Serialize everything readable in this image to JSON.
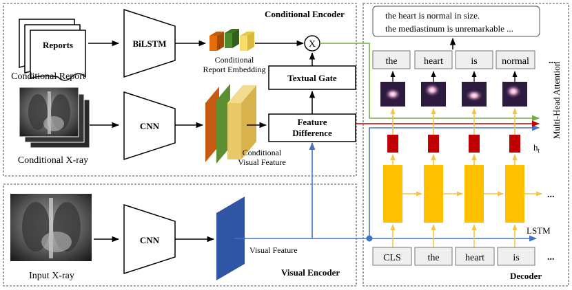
{
  "panels": {
    "conditional_encoder": "Conditional Encoder",
    "visual_encoder": "Visual Encoder",
    "decoder": "Decoder"
  },
  "conditional_encoder": {
    "reports_doc": "Reports",
    "report_caption": "Conditional Report",
    "bilstm": "BiLSTM",
    "report_embedding_line1": "Conditional",
    "report_embedding_line2": "Report Embedding",
    "multiply_symbol": "X",
    "textual_gate": "Textual Gate",
    "feature_difference_line1": "Feature",
    "feature_difference_line2": "Difference",
    "cnn": "CNN",
    "xray_caption": "Conditional X-ray",
    "visual_feature_line1": "Conditional",
    "visual_feature_line2": "Visual Feature"
  },
  "visual_encoder": {
    "cnn": "CNN",
    "xray_caption": "Input X-ray",
    "visual_feature": "Visual Feature"
  },
  "decoder": {
    "output_line1": "the heart is normal in size.",
    "output_line2": "the mediastinum is unremarkable ...",
    "output_tokens": [
      "the",
      "heart",
      "is",
      "normal"
    ],
    "input_tokens": [
      "CLS",
      "the",
      "heart",
      "is"
    ],
    "ellipsis": "...",
    "multi_head_attention": "Multi-Head Attention",
    "hidden_state": "h",
    "hidden_state_sub": "t",
    "lstm": "LSTM"
  },
  "colors": {
    "embedding_orange": "#e46c0a",
    "embedding_green": "#4e8a2e",
    "embedding_yellow": "#f7de6a",
    "feature_orange": "#c65a11",
    "feature_green": "#5b8f32",
    "feature_yellow": "#e8c96a",
    "visual_feature_blue": "#2f55a4",
    "lstm_yellow": "#ffc000",
    "hidden_red": "#c00000",
    "arrow_green": "#70ad47",
    "arrow_red": "#c00000",
    "arrow_blue": "#4472c4",
    "panel_border": "#8c8c8c"
  },
  "icons": [
    "document-stack-icon",
    "xray-icon",
    "attention-heatmap-icon",
    "multiply-icon"
  ]
}
